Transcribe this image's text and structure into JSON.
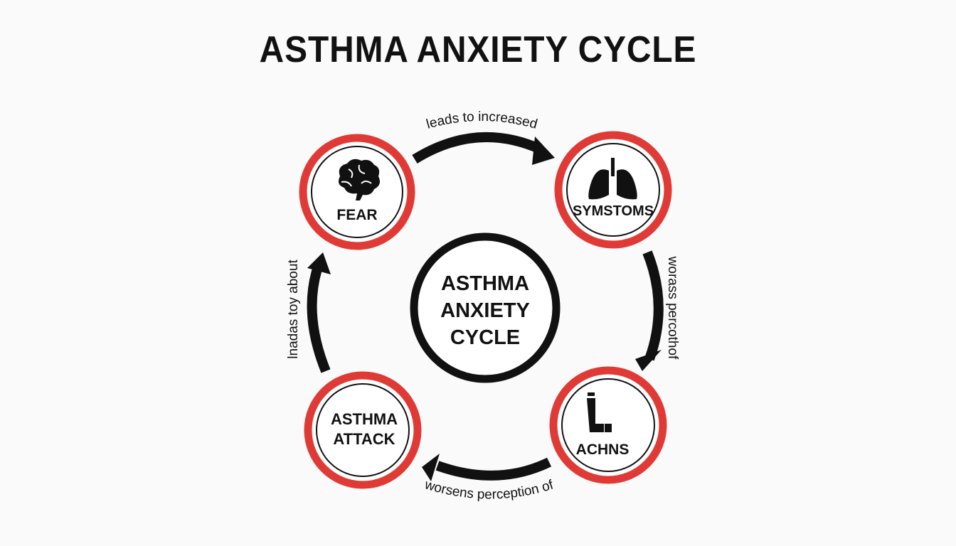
{
  "title": "ASTHMA ANXIETY CYCLE",
  "center": {
    "lines": [
      "ASTHMA",
      "ANXIETY",
      "CYCLE"
    ]
  },
  "nodes": {
    "fear": {
      "label": "FEAR",
      "icon": "brain-icon"
    },
    "symptoms": {
      "label": "SYMSTOMS",
      "icon": "lungs-icon"
    },
    "actions": {
      "label": "ACHNS",
      "icon": "inhaler-icon"
    },
    "attack": {
      "lines": [
        "ASTHMA",
        "ATTACK"
      ]
    }
  },
  "edges": {
    "top": "leads to increased",
    "right": "worass percothof",
    "bottom": "worsens perception of",
    "left": "lnadas toy about"
  },
  "colors": {
    "ring": "#e03a36",
    "ink": "#111111"
  }
}
